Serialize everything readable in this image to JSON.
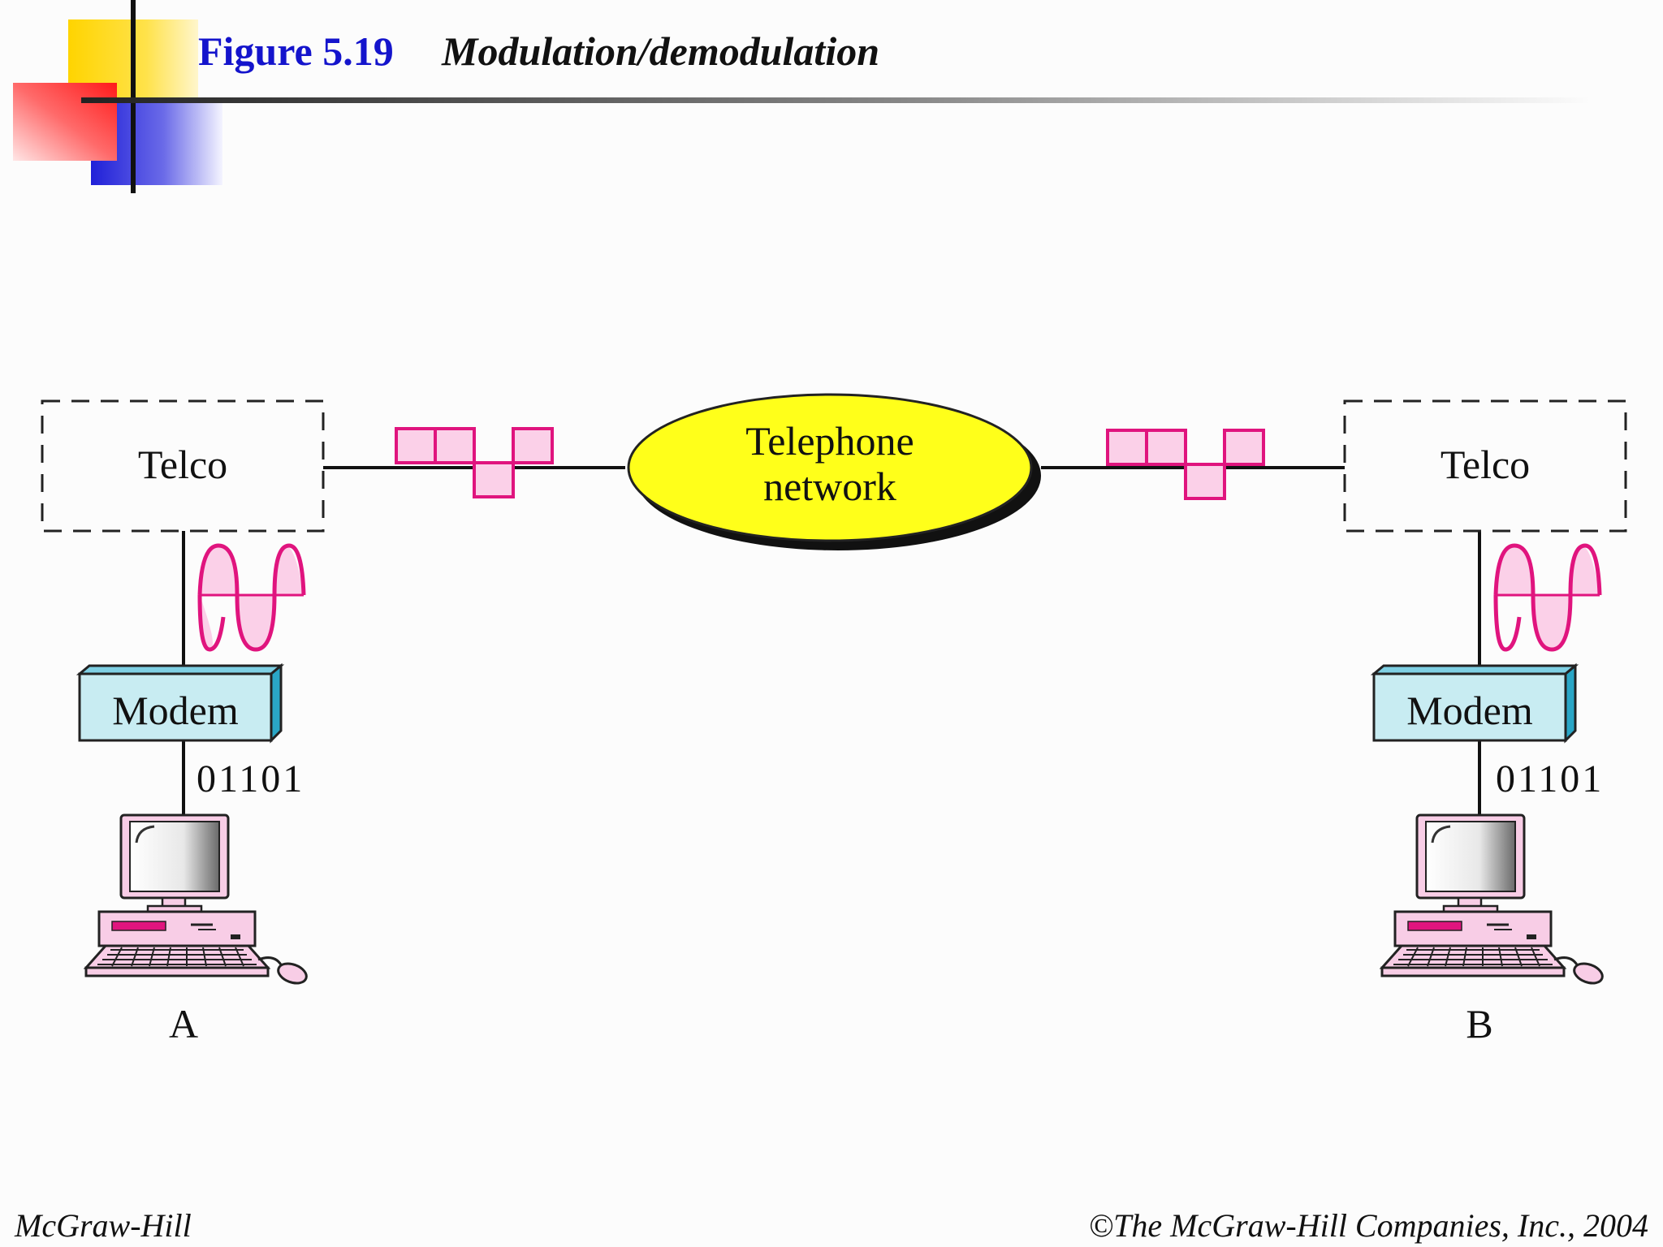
{
  "header": {
    "figure_number": "Figure 5.19",
    "figure_title": "Modulation/demodulation"
  },
  "diagram": {
    "network_label_line1": "Telephone",
    "network_label_line2": "network",
    "left": {
      "telco_label": "Telco",
      "modem_label": "Modem",
      "bits_label": "01101",
      "station_label": "A"
    },
    "right": {
      "telco_label": "Telco",
      "modem_label": "Modem",
      "bits_label": "01101",
      "station_label": "B"
    }
  },
  "footer": {
    "publisher": "McGraw-Hill",
    "copyright": "©The McGraw-Hill Companies, Inc., 2004"
  },
  "colors": {
    "title_blue": "#1414cc",
    "network_yellow": "#ffff1a",
    "signal_magenta": "#e0147e",
    "signal_fill": "#fbd0e8",
    "modem_fill": "#c8ecf2",
    "modem_side": "#2aa6c6",
    "computer_pink": "#f8cde6"
  }
}
